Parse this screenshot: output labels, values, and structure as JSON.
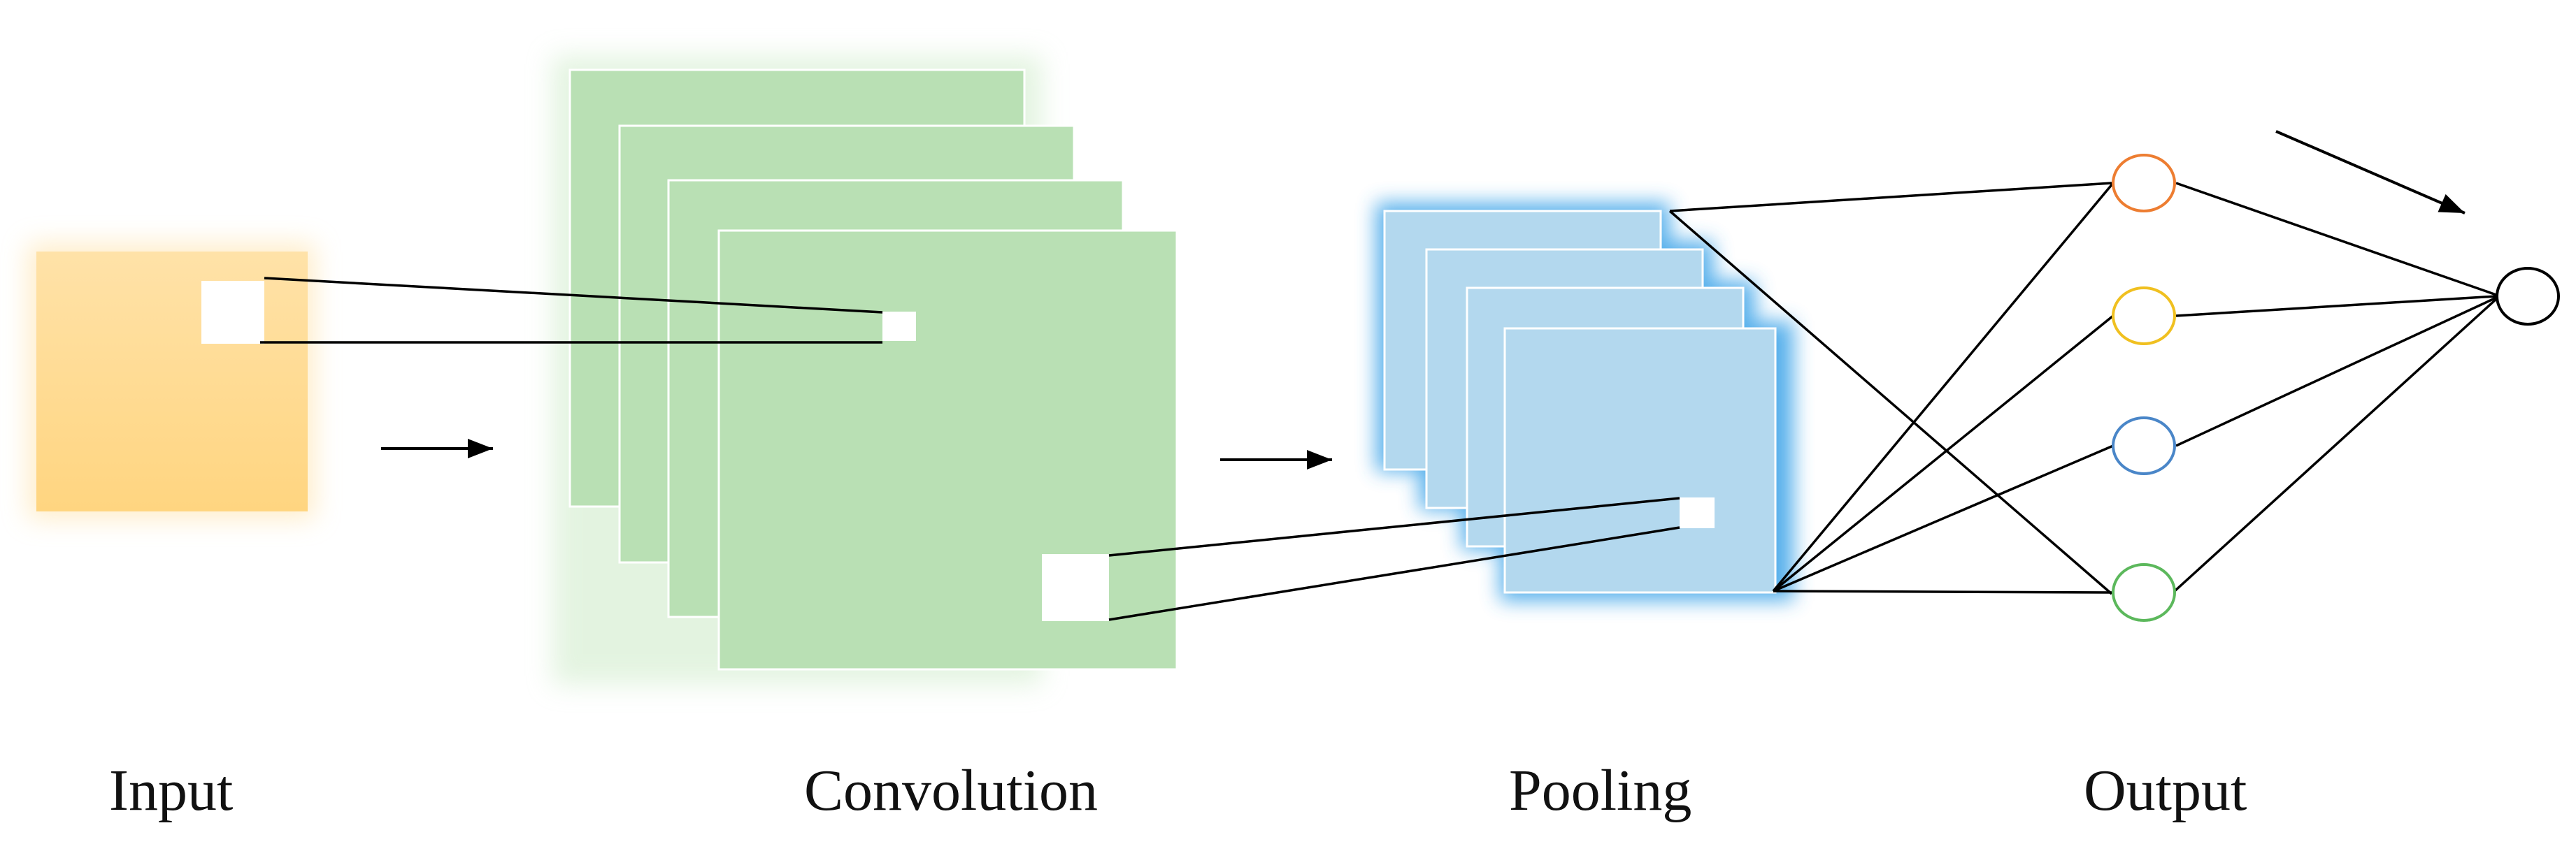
{
  "labels": {
    "input": "Input",
    "convolution": "Convolution",
    "pooling": "Pooling",
    "output": "Output"
  },
  "colors": {
    "input_fill": "#FFD580",
    "input_fill_light": "#FFE2A8",
    "convolution_fill": "#B9E0B4",
    "pooling_fill": "#B3D8EE",
    "pooling_glow": "#3AA3E8",
    "line": "#000000",
    "neuron_1": "#ED7D31",
    "neuron_2": "#F0C020",
    "neuron_3": "#4A86C8",
    "neuron_4": "#5CB85C",
    "output_neuron": "#000000"
  },
  "structure": {
    "convolution_feature_maps": 4,
    "pooling_feature_maps": 4,
    "hidden_neurons": 4,
    "output_neurons": 1
  }
}
